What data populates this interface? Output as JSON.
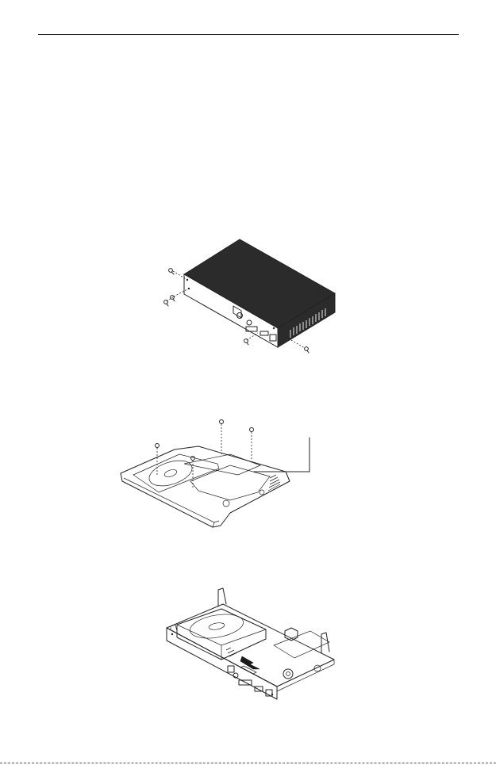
{
  "page": {
    "figures": [
      {
        "name": "enclosure-screws-removal",
        "icon": "enclosure-screws-icon"
      },
      {
        "name": "hdd-bracket-mounting",
        "icon": "hdd-bracket-icon"
      },
      {
        "name": "hdd-insertion-into-chassis",
        "icon": "hdd-insertion-icon"
      }
    ],
    "colors": {
      "line": "#222222",
      "panel_dark": "#2b2b2b",
      "background": "#ffffff"
    }
  }
}
